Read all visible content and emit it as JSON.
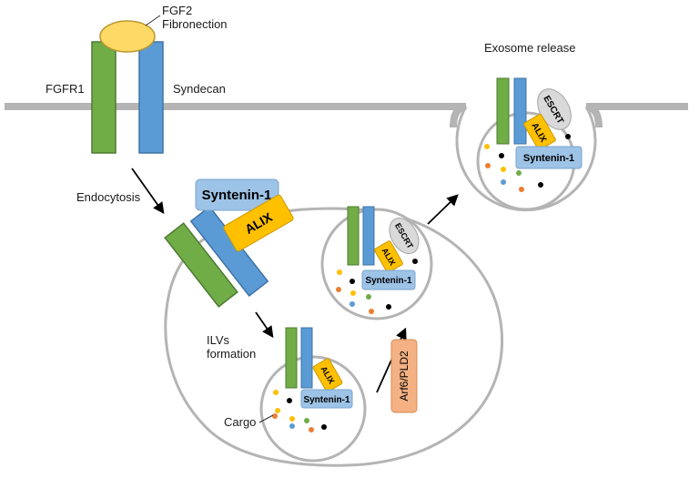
{
  "labels": {
    "fgf2_line1": "FGF2",
    "fgf2_line2": "Fibronection",
    "fgfr1": "FGFR1",
    "syndecan": "Syndecan",
    "endocytosis": "Endocytosis",
    "ilvs_line1": "ILVs",
    "ilvs_line2": "formation",
    "cargo": "Cargo",
    "exosome_release": "Exosome release",
    "arf6_pld2": "Arf6/PLD2"
  },
  "proteins": {
    "syntenin": "Syntenin-1",
    "alix": "ALIX",
    "escrt": "ESCRT"
  },
  "colors": {
    "membrane": "#b4b4b4",
    "fgfr1": "#70ad47",
    "syndecan": "#5b9bd5",
    "syntenin": "#9dc3e6",
    "alix": "#ffc000",
    "escrt": "#d9d9d9",
    "fgf2": "#ffd966",
    "arf6": "#f4b183",
    "cargo_yellow": "#ffc000",
    "cargo_black": "#000000",
    "cargo_orange": "#ed7d31",
    "cargo_green": "#70ad47",
    "cargo_blue": "#5b9bd5"
  }
}
